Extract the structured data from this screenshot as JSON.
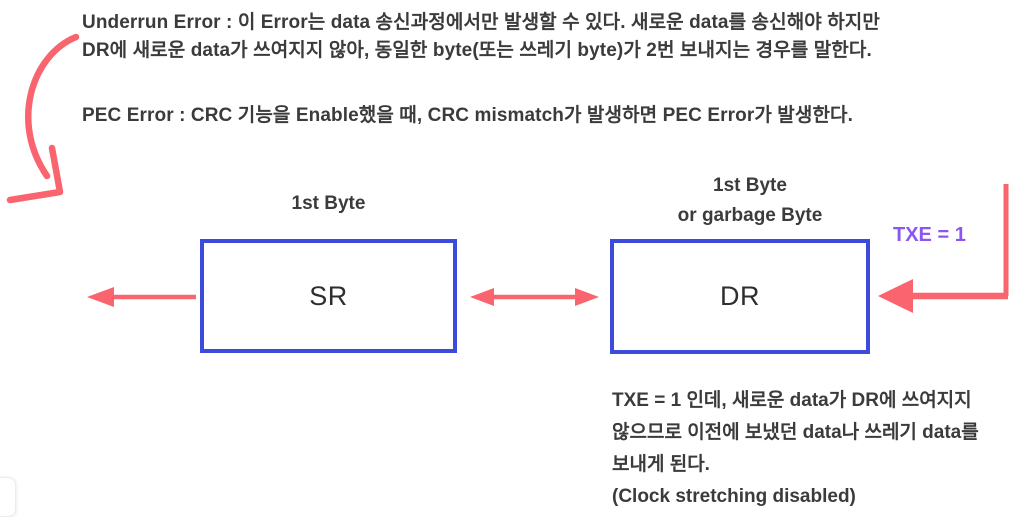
{
  "colors": {
    "blue": "#3d4bdc",
    "red": "#f9646f",
    "purple": "#8a55f2",
    "ink": "#3b3b3b"
  },
  "notes": {
    "underrun_line1": "Underrun Error : 이 Error는 data 송신과정에서만 발생할 수 있다. 새로운 data를 송신해야 하지만",
    "underrun_line2": "DR에 새로운 data가 쓰여지지 않아, 동일한 byte(또는 쓰레기 byte)가 2번 보내지는 경우를 말한다.",
    "pec": "PEC Error : CRC 기능을 Enable했을 때, CRC mismatch가 발생하면 PEC Error가 발생한다."
  },
  "diagram": {
    "sr_box_label": "SR",
    "dr_box_label": "DR",
    "sr_caption": "1st Byte",
    "dr_caption_line1": "1st Byte",
    "dr_caption_line2": "or garbage Byte",
    "txe_flag": "TXE = 1"
  },
  "bottom_note": {
    "line1": "TXE = 1 인데, 새로운 data가 DR에 쓰여지지",
    "line2": "않으므로 이전에 보냈던 data나 쓰레기 data를",
    "line3": "보내게 된다.",
    "line4": "(Clock stretching disabled)"
  }
}
